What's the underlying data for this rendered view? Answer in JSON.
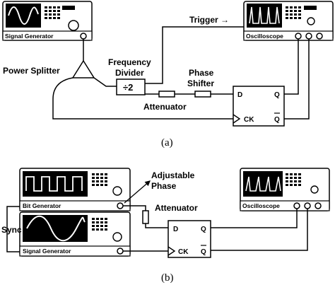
{
  "figure_a": {
    "caption": "(a)",
    "signal_generator": "Signal Generator",
    "oscilloscope": "Oscilloscope",
    "power_splitter": "Power Splitter",
    "frequency_divider_line1": "Frequency",
    "frequency_divider_line2": "Divider",
    "divider_ratio": "÷2",
    "trigger": "Trigger →",
    "phase_shifter_line1": "Phase",
    "phase_shifter_line2": "Shifter",
    "attenuator": "Attenuator",
    "ff_d": "D",
    "ff_q": "Q",
    "ff_ck": "CK",
    "ff_qbar": "Q"
  },
  "figure_b": {
    "caption": "(b)",
    "bit_generator": "Bit Generator",
    "signal_generator": "Signal Generator",
    "oscilloscope": "Oscilloscope",
    "adjustable_phase_line1": "Adjustable",
    "adjustable_phase_line2": "Phase",
    "attenuator": "Attenuator",
    "sync": "Sync",
    "ff_d": "D",
    "ff_q": "Q",
    "ff_ck": "CK",
    "ff_qbar": "Q"
  }
}
